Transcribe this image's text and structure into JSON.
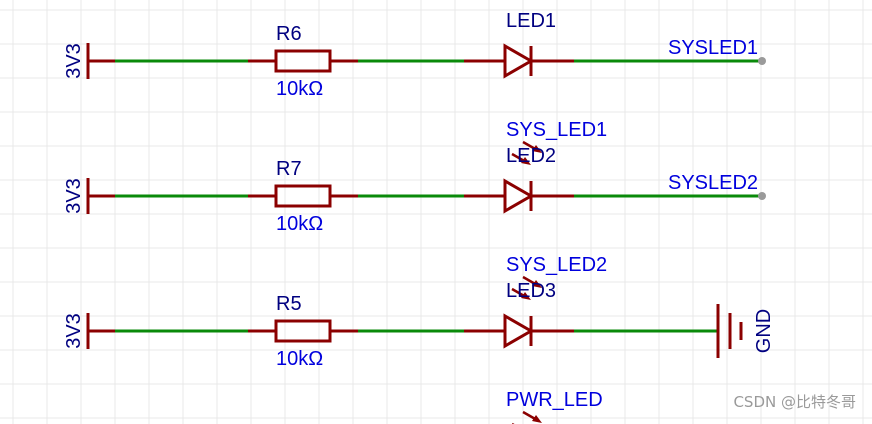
{
  "colors": {
    "wire": "#0a8a0a",
    "component": "#8b0000",
    "designator_text": "#0000dd",
    "power_text": "#000080",
    "grid": "#e9e9e9",
    "net_dot": "#9a9a9a"
  },
  "rows": [
    {
      "power": "3V3",
      "resistor": {
        "designator": "R6",
        "value": "10kΩ"
      },
      "led": {
        "designator": "LED1",
        "comment": "SYS_LED1"
      },
      "end": {
        "type": "net",
        "label": "SYSLED1"
      }
    },
    {
      "power": "3V3",
      "resistor": {
        "designator": "R7",
        "value": "10kΩ"
      },
      "led": {
        "designator": "LED2",
        "comment": "SYS_LED2"
      },
      "end": {
        "type": "net",
        "label": "SYSLED2"
      }
    },
    {
      "power": "3V3",
      "resistor": {
        "designator": "R5",
        "value": "10kΩ"
      },
      "led": {
        "designator": "LED3",
        "comment": "PWR_LED"
      },
      "end": {
        "type": "ground",
        "label": "GND"
      }
    }
  ],
  "watermark": "CSDN @比特冬哥"
}
